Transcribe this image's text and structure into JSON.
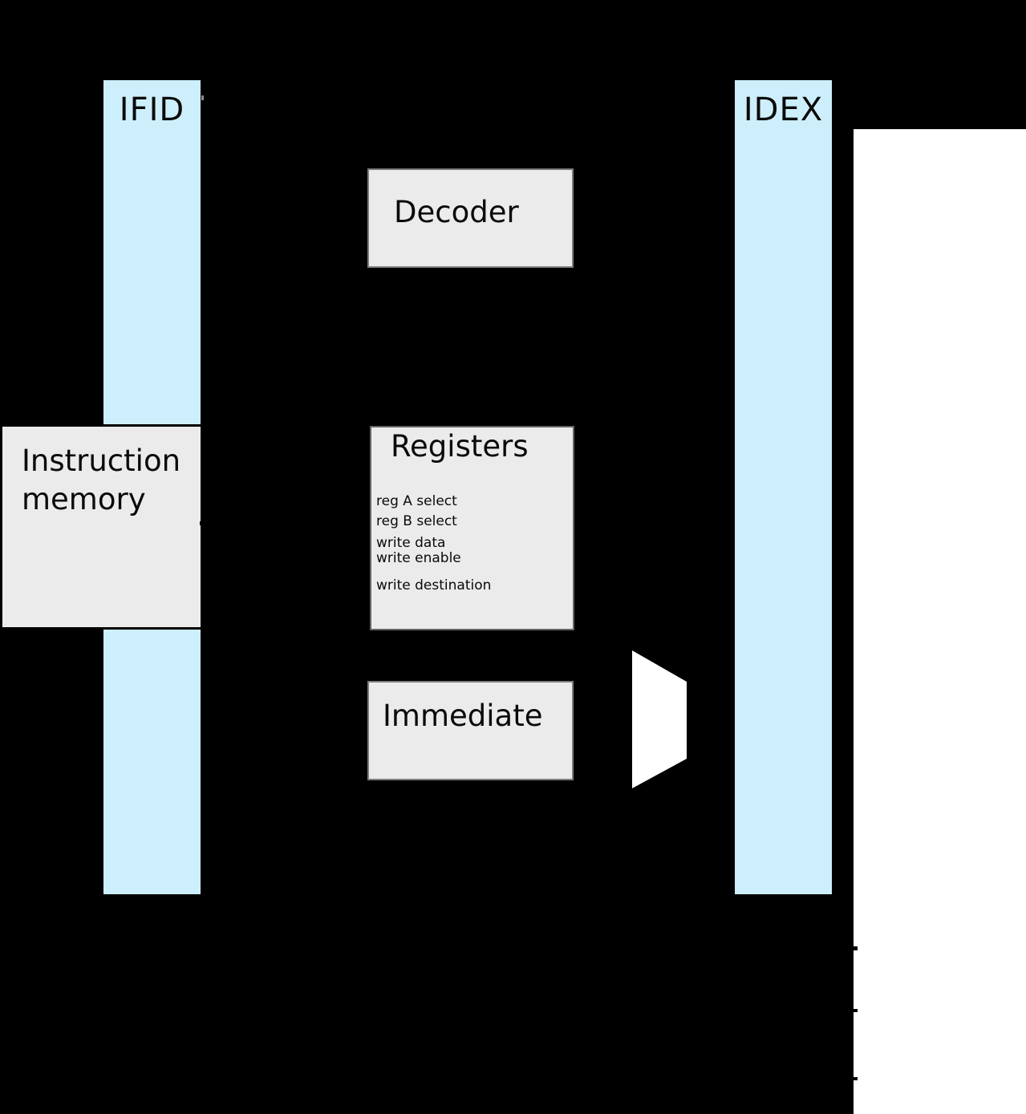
{
  "diagram": {
    "pipeline_registers": [
      {
        "label": "IFID"
      },
      {
        "label": "IDEX"
      }
    ],
    "blocks": {
      "instruction_memory": {
        "label": "Instruction memory"
      },
      "decoder": {
        "label": "Decoder"
      },
      "registers": {
        "label": "Registers",
        "ports": [
          "reg A select",
          "reg B select",
          "write data",
          "write enable",
          "write destination"
        ]
      },
      "immediate": {
        "label": "Immediate"
      }
    },
    "shapes": {
      "mux": "mux-trapezoid"
    },
    "colors": {
      "background": "#000000",
      "pipeline_register_fill": "#cdeffc",
      "block_fill": "#ebebeb",
      "panel": "#ffffff",
      "text": "#0a0a0a"
    }
  }
}
